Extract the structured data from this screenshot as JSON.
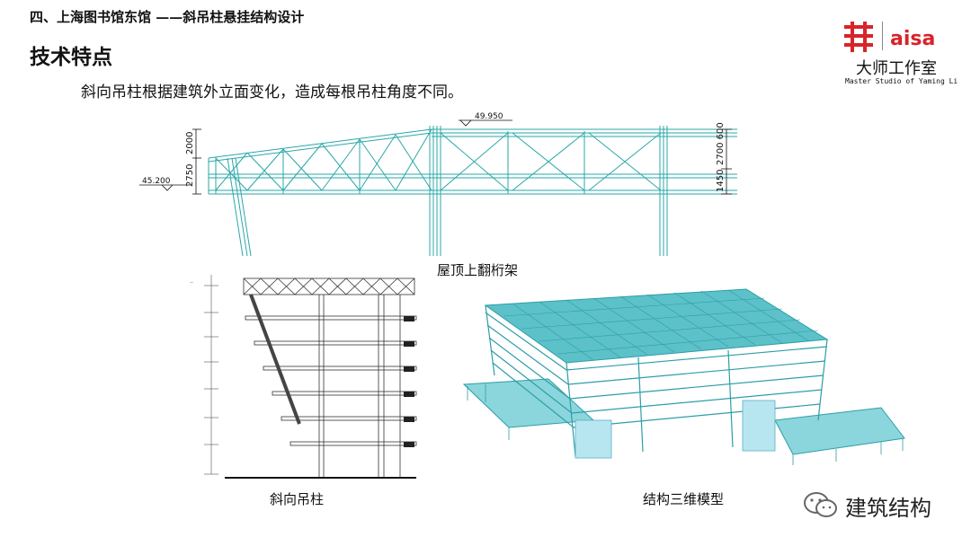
{
  "header": {
    "section_title": "四、上海图书馆东馆 ——斜吊柱悬挂结构设计",
    "page_title": "技术特点"
  },
  "description": "斜向吊柱根据建筑外立面变化，造成每根吊柱角度不同。",
  "logo": {
    "brand_mark": "aisa",
    "studio_name": "大师工作室",
    "studio_name_en": "Master Studio of Yaming Li"
  },
  "truss_elevation": {
    "caption": "屋顶上翻桁架",
    "elev_top": "49.950",
    "elev_left": "45.200",
    "dim_left_upper": "2000",
    "dim_left_lower": "2750",
    "dim_right_upper": "2700 600",
    "dim_right_lower": "1450"
  },
  "section_drawing": {
    "caption": "斜向吊柱"
  },
  "model_3d": {
    "caption": "结构三维模型"
  },
  "watermark": {
    "text": "建筑结构"
  },
  "colors": {
    "structure": "#2aa7a7",
    "model": "#3bb3bb",
    "logo_red": "#d8232a"
  }
}
